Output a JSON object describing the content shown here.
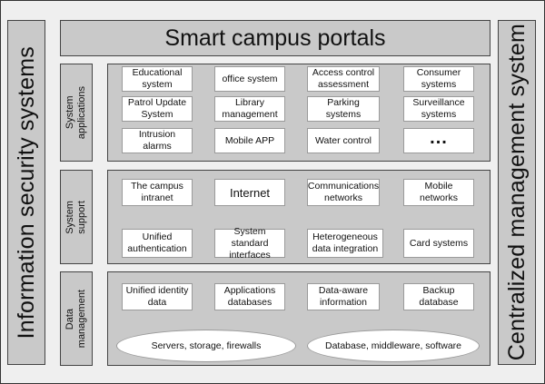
{
  "left_side": {
    "label": "Information security systems"
  },
  "right_side": {
    "label": "Centralized management system"
  },
  "top": {
    "title": "Smart campus portals"
  },
  "sections": {
    "applications": {
      "label": "System\napplications",
      "items": [
        "Educational\nsystem",
        "office system",
        "Access control\nassessment",
        "Consumer\nsystems",
        "Patrol Update\nSystem",
        "Library\nmanagement",
        "Parking systems",
        "Surveillance\nsystems",
        "Intrusion alarms",
        "Mobile APP",
        "Water control",
        "..."
      ]
    },
    "support": {
      "label": "System\nsupport",
      "items": [
        "The campus\nintranet",
        "Internet",
        "Communications\nnetworks",
        "Mobile networks",
        "Unified\nauthentication",
        "System standard\ninterfaces",
        "Heterogeneous\ndata integration",
        "Card systems"
      ]
    },
    "data": {
      "label": "Data\nmanagement",
      "items": [
        "Unified identity\ndata",
        "Applications\ndatabases",
        "Data-aware\ninformation",
        "Backup\ndatabase"
      ],
      "ellipses": [
        "Servers, storage, firewalls",
        "Database, middleware, software"
      ]
    }
  }
}
